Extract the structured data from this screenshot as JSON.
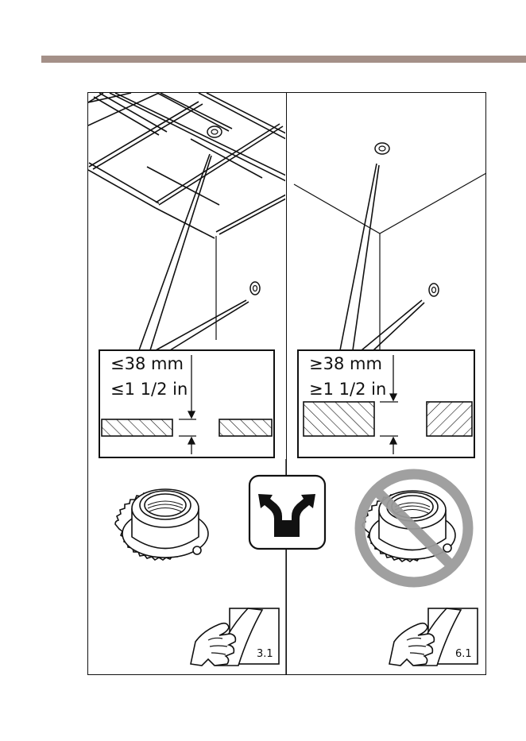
{
  "left_panel": {
    "measure_mm": "≤38 mm",
    "measure_in": "≤1 1/2 in",
    "page_ref": "3.1"
  },
  "right_panel": {
    "measure_mm": "≥38 mm",
    "measure_in": "≥1 1/2 in",
    "page_ref": "6.1"
  },
  "icons": {
    "center": "split-arrows-icon",
    "prohibited": "prohibited-icon",
    "hand": "hand-page-icon",
    "adapter": "threaded-adapter-icon"
  },
  "colors": {
    "header_bar": "#a49088",
    "prohibited_circle": "#9b9b9b"
  }
}
